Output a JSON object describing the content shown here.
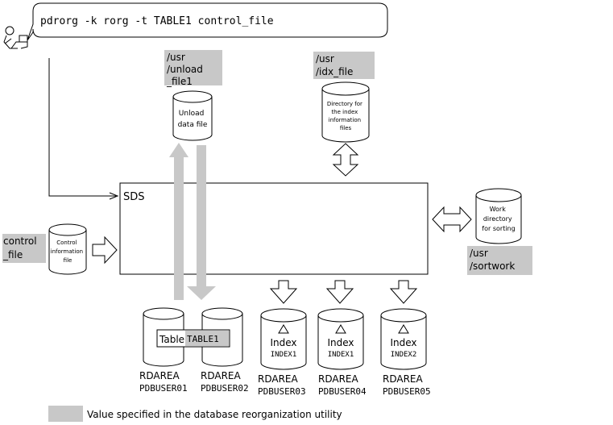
{
  "command": "pdrorg -k rorg -t TABLE1 control_file",
  "sds_label": "SDS",
  "unload_path": [
    "/usr",
    "/unload",
    "_file1"
  ],
  "unload_file_label": [
    "Unload",
    "data file"
  ],
  "idx_path": [
    "/usr",
    "/idx_file"
  ],
  "idx_dir_label": [
    "Directory for",
    "the index",
    "information",
    "files"
  ],
  "work_dir_label": [
    "Work",
    "directory",
    "for sorting"
  ],
  "sortwork_path": [
    "/usr",
    "/sortwork"
  ],
  "control_path": [
    "control",
    "_file"
  ],
  "control_info_label": [
    "Control",
    "information",
    "file"
  ],
  "table_label": "Table",
  "table_name": "TABLE1",
  "rdareas": [
    {
      "label": "RDAREA",
      "name": "PDBUSER01"
    },
    {
      "label": "RDAREA",
      "name": "PDBUSER02"
    },
    {
      "label": "RDAREA",
      "name": "PDBUSER03"
    },
    {
      "label": "RDAREA",
      "name": "PDBUSER04"
    },
    {
      "label": "RDAREA",
      "name": "PDBUSER05"
    }
  ],
  "indexes": [
    {
      "label": "Index",
      "name": "INDEX1"
    },
    {
      "label": "Index",
      "name": "INDEX1"
    },
    {
      "label": "Index",
      "name": "INDEX2"
    }
  ],
  "legend_text": "Value specified in the database reorganization utility",
  "colors": {
    "highlight": "#c8c8c8",
    "arrow_fill": "#c8c8c8",
    "line": "#000000"
  }
}
